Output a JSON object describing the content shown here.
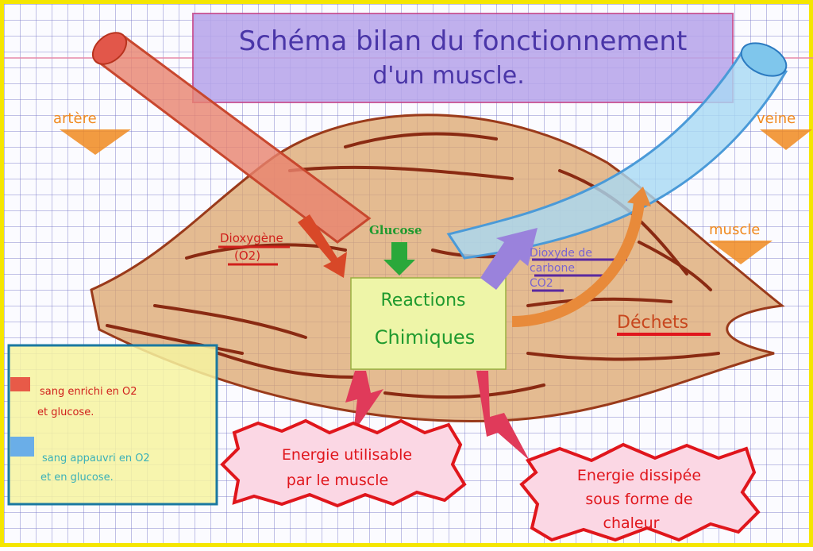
{
  "title": {
    "line1": "Schéma bilan du fonctionnement",
    "line2": "d'un muscle."
  },
  "labels": {
    "artery": "artère",
    "vein": "veine",
    "muscle": "muscle",
    "oxygen": "Dioxygène",
    "oxygen_formula": "(O2)",
    "glucose": "Glucose",
    "reactions_line1": "Reactions",
    "reactions_line2": "Chimiques",
    "co2_line1": "Dioxyde de",
    "co2_line2": "carbone",
    "co2_line3": "CO2",
    "waste": "Déchets",
    "energy_used_line1": "Energie utilisable",
    "energy_used_line2": "par le muscle",
    "energy_heat_line1": "Energie dissipée",
    "energy_heat_line2": "sous forme de",
    "energy_heat_line3": "chaleur"
  },
  "legend": {
    "enriched_line1": "sang enrichi en O2",
    "enriched_line2": "et glucose.",
    "depleted_line1": "sang appauvri en O2",
    "depleted_line2": "et en glucose."
  },
  "colors": {
    "artery": "#e2574a",
    "vein": "#7fc6ec",
    "muscle": "#d9a46a",
    "muscle_stroke": "#9a3a1a",
    "title_fill": "#a892e0",
    "reaction_box": "#eef5a8",
    "energy_red": "#e0161c",
    "border": "#f5e600"
  }
}
